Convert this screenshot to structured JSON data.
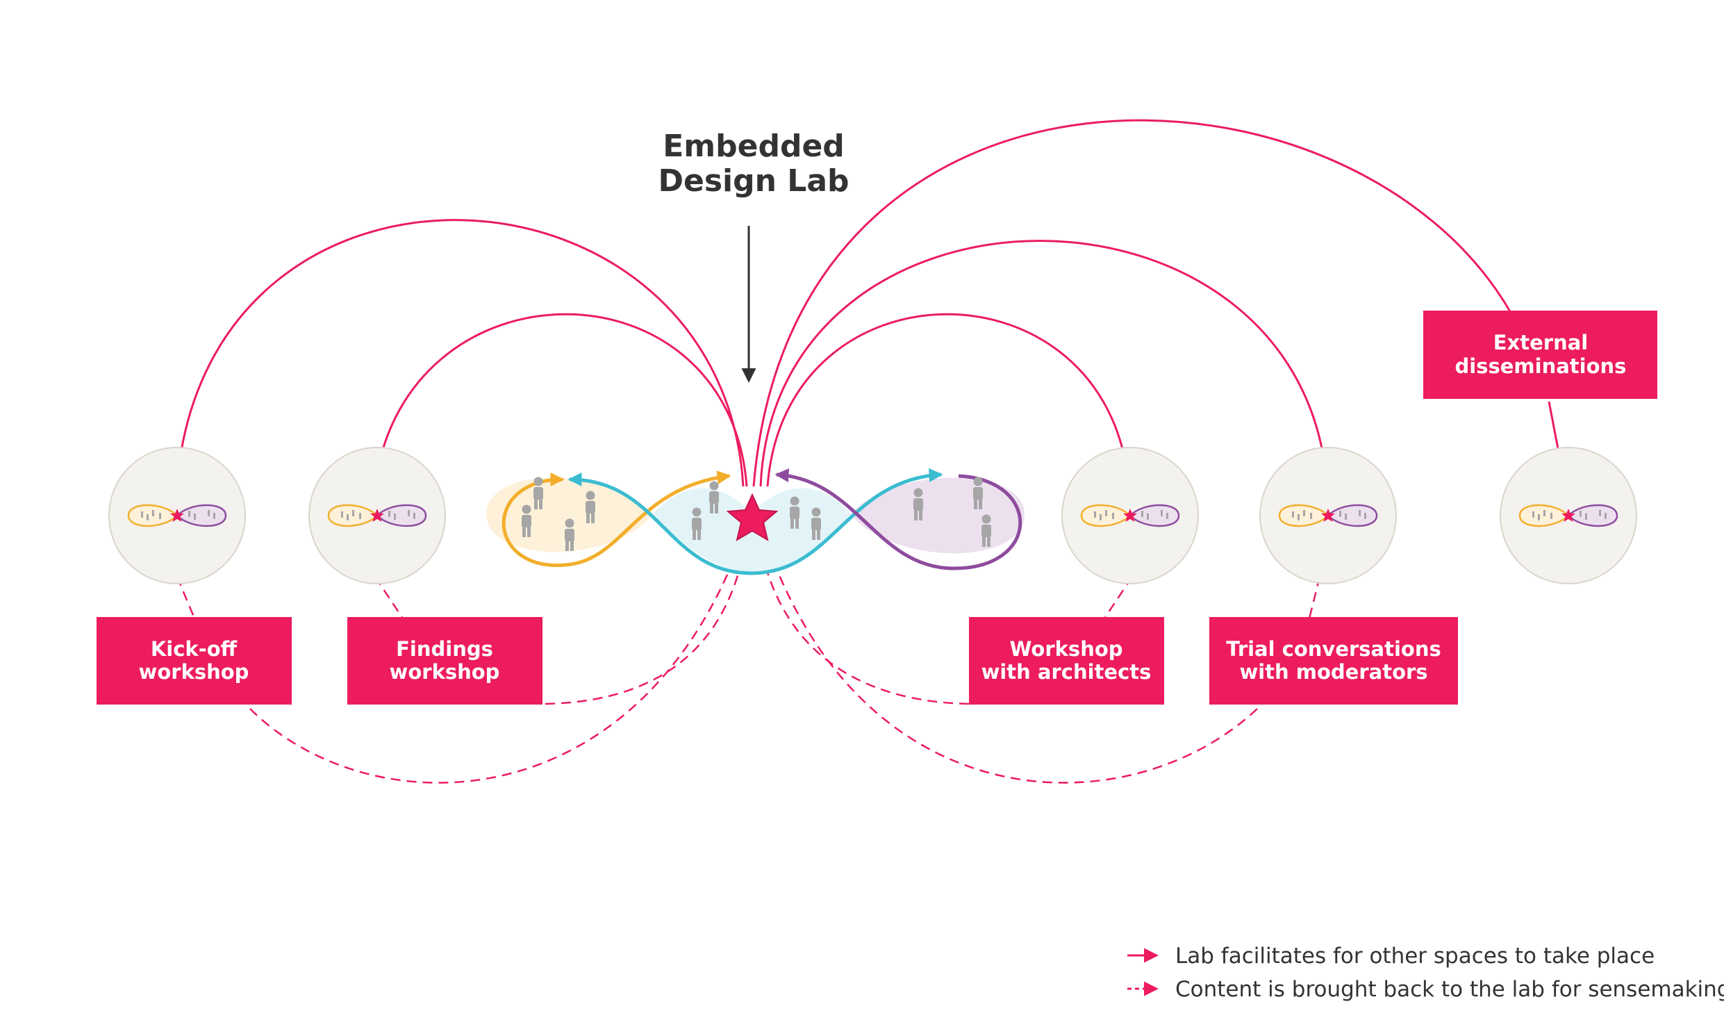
{
  "title": {
    "line1": "Embedded",
    "line2": "Design Lab"
  },
  "boxes": [
    {
      "id": "kickoff",
      "line1": "Kick-off",
      "line2": "workshop"
    },
    {
      "id": "findings",
      "line1": "Findings",
      "line2": "workshop"
    },
    {
      "id": "architects",
      "line1": "Workshop",
      "line2": "with architects"
    },
    {
      "id": "moderators",
      "line1": "Trial conversations",
      "line2": "with moderators"
    },
    {
      "id": "external",
      "line1": "External",
      "line2": "disseminations"
    }
  ],
  "legend": {
    "solid_label": "Lab facilitates for other spaces to take place",
    "dashed_label": "Content is brought back to the lab for sensemaking"
  },
  "colors": {
    "accent": "#ec1c5e",
    "yellow": "#f2ae2b",
    "blue": "#3bbcd0",
    "purple": "#8e4c9e",
    "person": "#a6a6a6",
    "title": "#333333",
    "bubble_fill": "#f3f2ef",
    "bubble_stroke": "#d9d5cc"
  }
}
